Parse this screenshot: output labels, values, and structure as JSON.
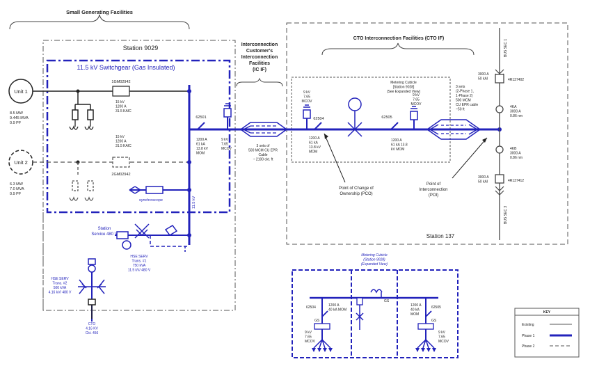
{
  "labels": {
    "small_gen": "Small Generating Facilities",
    "station_9029": "Station 9029",
    "switchgear": "11.5 kV Switchgear (Gas Insulated)",
    "interconnection_customer": [
      "Interconnection",
      "Customer's",
      "Interconnection",
      "Facilities",
      "(IC IF)"
    ],
    "cto_if": "CTO Interconnection Facilities (CTO IF)",
    "station_137": "Station 137",
    "unit1": "Unit 1",
    "unit1_specs": [
      "8.5 MW",
      "9.445 MVA",
      "0.9 PF"
    ],
    "unit2": "Unit 2",
    "unit2_specs": [
      "6.3 MW",
      "7.0 MVA",
      "0.9 PF"
    ],
    "breaker1_id": "1GM02942",
    "breaker1_specs": [
      "15 kV",
      "1200 A",
      "31.5 KAIC"
    ],
    "breaker2_id": "2GM02942",
    "breaker2_specs": [
      "15 kV",
      "1200 A",
      "31.5 KAIC"
    ],
    "sw_62501": "62501",
    "sw_62501_specs": [
      "1200 A",
      "61 kA",
      "13.8 kV",
      "MOM"
    ],
    "arr1_specs": [
      "9 kV",
      "7.65",
      "MCOV"
    ],
    "bus_label": "11.5 kV",
    "synchroscope": "synchroscope",
    "station_service": [
      "Station",
      "Service 480 V"
    ],
    "hse_serv1": [
      "HSE SERV",
      "Trans. #1",
      "750 kVA",
      "11.5 kV/ 480 V"
    ],
    "hse_serv2": [
      "HSE SERV",
      "Trans. #2",
      "500 kVA",
      "4.16 kV/ 480 V"
    ],
    "cto_feed": [
      "CTO",
      "4.16 KV",
      "Ckt. 456"
    ],
    "cable1": [
      "3 sets of",
      "500 MCM CU EPR",
      "Cable",
      "~ 2100 ckt. ft"
    ],
    "arr2_specs": [
      "9 kV",
      "7.65",
      "MCOV"
    ],
    "sw_62504": "62504",
    "sw_62504_specs": [
      "1200 A",
      "61 kA",
      "13.8 kV",
      "MOM"
    ],
    "pco": [
      "Point of Change of",
      "Ownership (PCO)"
    ],
    "metering_cubicle": [
      "Metering Cubicle",
      "[Station 9028]",
      "(See Expanded View)"
    ],
    "sw_62505": "62505",
    "sw_62505_specs": [
      "1200 A",
      "61 kA 13.8",
      "kV MOM"
    ],
    "arr3_specs": [
      "9 kV",
      "7.65",
      "MCOV"
    ],
    "cable2": [
      "3 sets",
      "(2-Phase 1,",
      "1-Phase 2)",
      "500 MCM",
      "CU EPR cable",
      "~50 ft"
    ],
    "poi": [
      "Point of",
      "Interconnection",
      "(POI)"
    ],
    "bkr_top_specs": [
      "3000 A",
      "50 kAI"
    ],
    "bkr_top_id": "4R137402",
    "ct_top": [
      "4KA",
      "3000 A",
      "0.86 nm"
    ],
    "ct_bot": [
      "4KB",
      "3000 A",
      "0.86 nm"
    ],
    "bkr_bot_specs": [
      "3000 A",
      "50 kAI"
    ],
    "bkr_bot_id": "4R137412",
    "bus_top": "BUS SEC 1",
    "bus_bot": "BUS SEC 3",
    "exp_title": [
      "Metering Cubicle",
      "(Station 9028)",
      "(Expanded View)"
    ],
    "exp_left_id": "62504",
    "exp_left_specs": [
      "1200 A",
      "40 kA MOM"
    ],
    "exp_left_gs": "GS",
    "exp_left_arr": [
      "9 kV",
      "7.65",
      "MCOV"
    ],
    "exp_mid_gs": "GS",
    "exp_right_id": "62505",
    "exp_right_specs": [
      "1200 A",
      "40 kA",
      "MOM"
    ],
    "exp_right_gs": "GS",
    "exp_right_arr": [
      "9 kV",
      "7.65",
      "MCOV"
    ]
  },
  "key": {
    "title": "KEY",
    "items": [
      "Existing",
      "Phase 1",
      "Phase 2"
    ]
  },
  "colors": {
    "phase1": "#2222bb",
    "existing": "#555555",
    "boundary": "#555555"
  }
}
